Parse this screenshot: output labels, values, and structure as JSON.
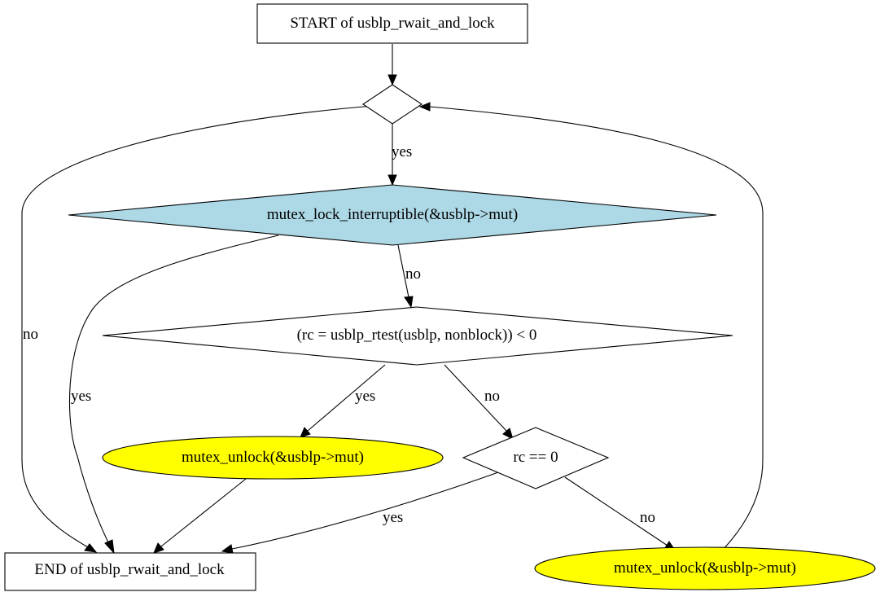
{
  "colors": {
    "lock_fill": "#add8e6",
    "unlock_fill": "#ffff00",
    "default_fill": "#ffffff",
    "stroke": "#000000"
  },
  "nodes": {
    "start": "START of usblp_rwait_and_lock",
    "loop_decision": "",
    "mutex_lock": "mutex_lock_interruptible(&usblp->mut)",
    "rtest_check": "(rc = usblp_rtest(usblp, nonblock)) < 0",
    "unlock_left": "mutex_unlock(&usblp->mut)",
    "rc_zero": "rc == 0",
    "unlock_right": "mutex_unlock(&usblp->mut)",
    "end": "END of usblp_rwait_and_lock"
  },
  "edges": {
    "loop_yes": "yes",
    "loop_no": "no",
    "lock_yes": "yes",
    "lock_no": "no",
    "rtest_yes": "yes",
    "rtest_no": "no",
    "rc_yes": "yes",
    "rc_no": "no"
  }
}
